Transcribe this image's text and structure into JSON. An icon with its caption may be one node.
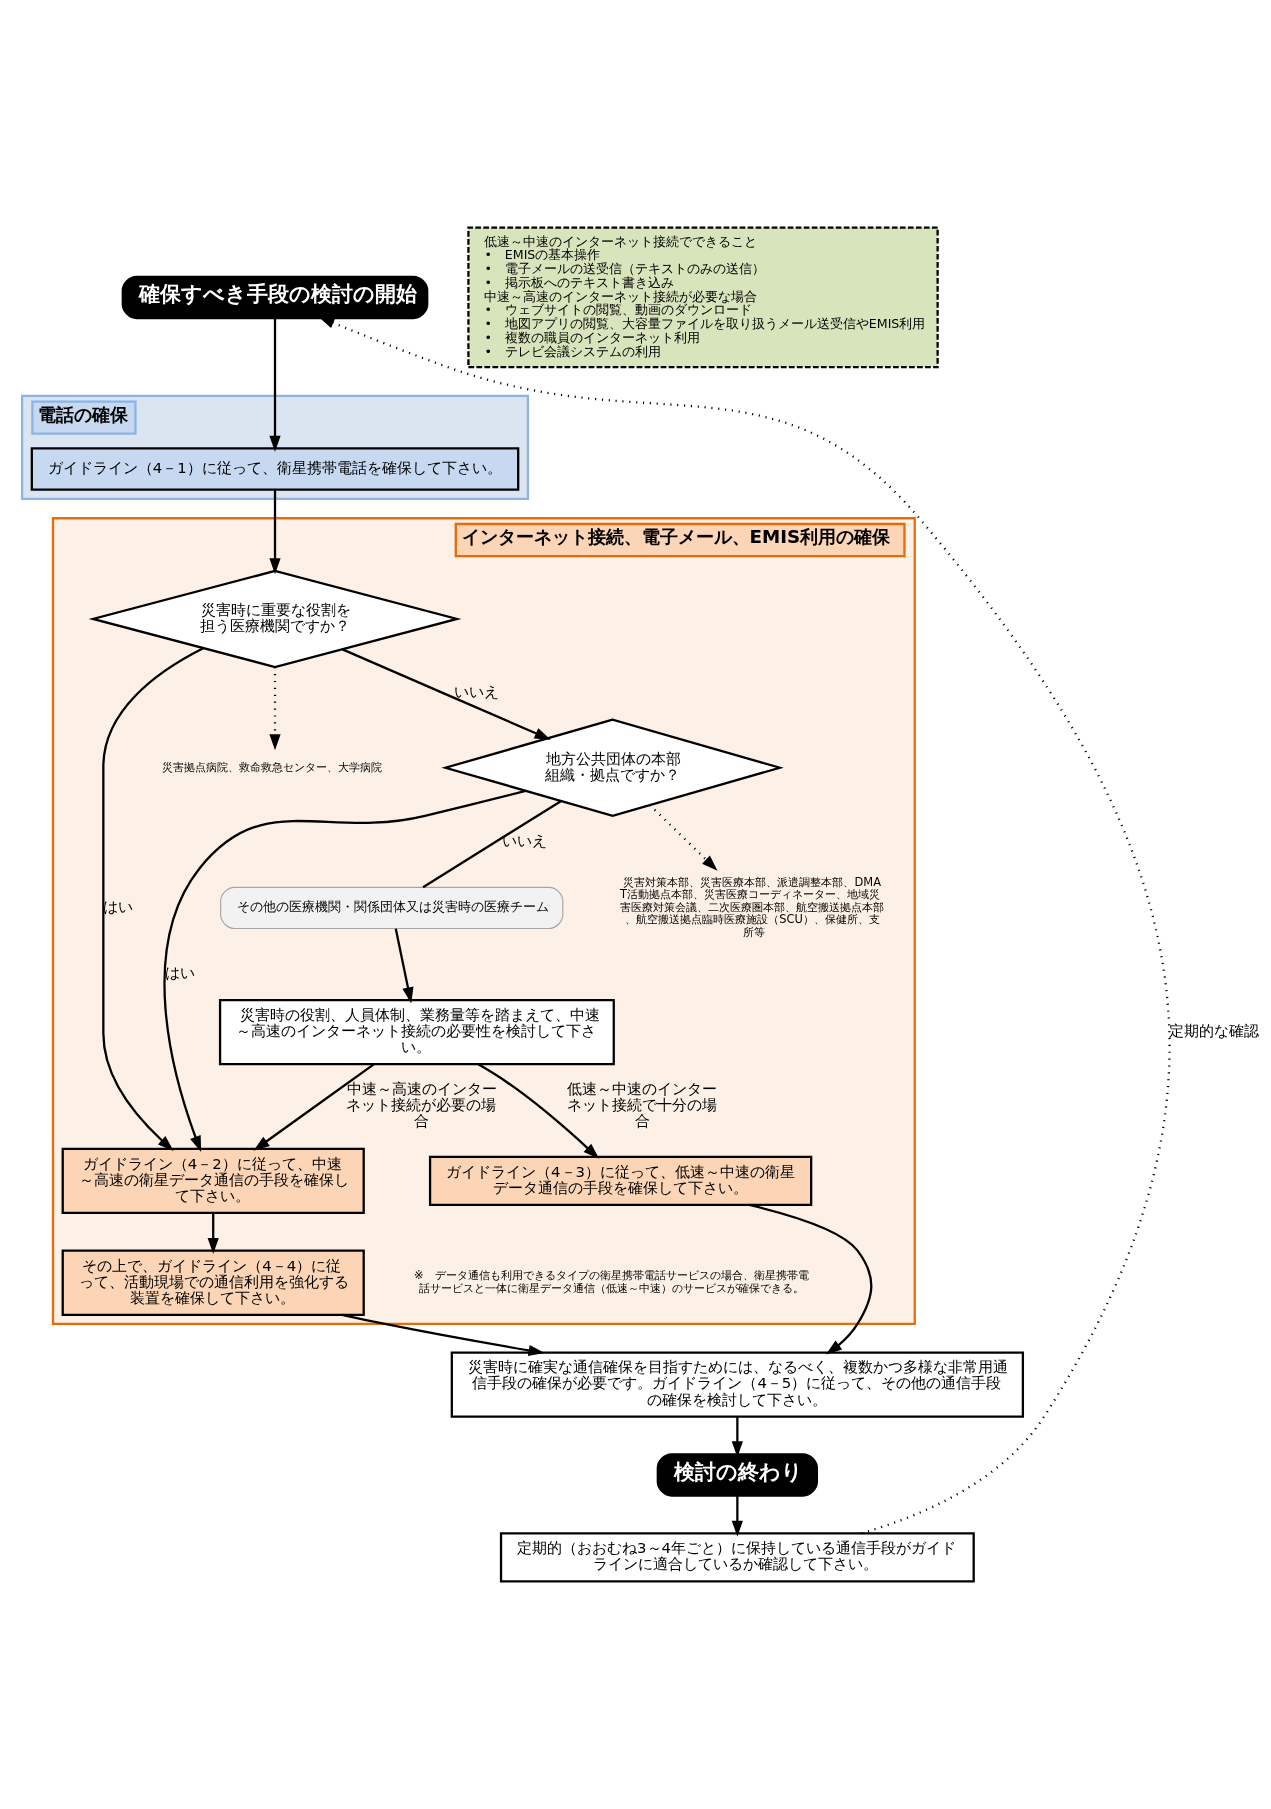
{
  "diagram": {
    "nodes": [
      {
        "text": [
          "確保すべき手段の検討の開始"
        ]
      },
      {
        "text": [
          "電話の確保"
        ]
      },
      {
        "text": [
          "ガイドライン（4－1）に従って、衛星携帯電話を確保して下さい。"
        ],
        "in": 1
      },
      {
        "text": [
          "インターネット接続、電子メール、EMIS利用の確保"
        ]
      },
      {
        "text": [
          "災害時に重要な役割を担う医療機関ですか？"
        ],
        "in": 3
      },
      {
        "text": [
          "災害拠点病院、救命救急センター、大学病院"
        ],
        "in": 3
      },
      {
        "text": [
          "地方公共団体の本部組織・拠点ですか？"
        ],
        "in": 3
      },
      {
        "text": [
          "災害対策本部、災害医療本部、派遣調整本部、DMAT活動拠点本部、災害医療コーディネーター、地域災害医療対策会議、二次医療圏本部、航空搬送拠点本部、航空搬送拠点臨時医療施設（SCU）、保健所、支所等"
        ],
        "in": 3
      },
      {
        "text": [
          "その他の医療機関・関係団体又は災害時の医療チーム"
        ],
        "in": 3
      },
      {
        "text": [
          "災害時の役割、人員体制、業務量等を踏まえて、中速～高速のインターネット接続の必要性を検討して下さい。"
        ],
        "in": 3
      },
      {
        "text": [
          "ガイドライン（4－2）に従って、中速～高速の衛星データ通信の手段を確保して下さい。"
        ],
        "in": 3
      },
      {
        "text": [
          "その上で、ガイドライン（4－4）に従って、活動現場での通信利用を強化する装置を確保して下さい。"
        ],
        "in": 3
      },
      {
        "text": [
          "ガイドライン（4－3）に従って、低速～中速の衛星データ通信の手段を確保して下さい。"
        ],
        "in": 3
      },
      {
        "text": [
          "災害時に確実な通信確保を目指すためには、なるべく、複数かつ多様な非常用通信手段の確保が必要です。ガイドライン（4－5）に従って、その他の通信手段の確保を検討して下さい。"
        ]
      },
      {
        "text": [
          "検討の終わり"
        ]
      },
      {
        "text": [
          "定期的（おおむね3～4年ごと）に保持している通信手段がガイドラインに適合しているか確認して下さい。"
        ]
      },
      {
        "text": [
          "低速～中速のインターネット接続でできること",
          "•　EMISの基本操作",
          "•　電子メールの送受信（テキストのみの送信）",
          "•　掲示板へのテキスト書き込み",
          "中速～高速のインターネット接続が必要な場合",
          "•　ウェブサイトの閲覧、動画のダウンロード",
          "•　地図アプリの閲覧、大容量ファイルを取り扱うメール送受信やEMIS利用",
          "•　複数の職員のインターネット利用",
          "•　テレビ会議システムの利用"
        ]
      }
    ],
    "edges": [
      {
        "from": 0,
        "to": 2,
        "arrow": "to"
      },
      {
        "from": 2,
        "to": 4,
        "arrow": "to"
      },
      {
        "from": 4,
        "to": 5,
        "arrow": "to",
        "style": "dashed"
      },
      {
        "from": 4,
        "to": 10,
        "arrow": "to",
        "label": "はい"
      },
      {
        "from": 4,
        "to": 6,
        "arrow": "to",
        "label": "いいえ"
      },
      {
        "from": 6,
        "to": 7,
        "arrow": "to",
        "style": "dashed"
      },
      {
        "from": 6,
        "to": 10,
        "arrow": "to",
        "label": "はい"
      },
      {
        "from": 6,
        "to": 8,
        "arrow": "none",
        "label": "いいえ"
      },
      {
        "from": 8,
        "to": 9,
        "arrow": "to"
      },
      {
        "from": 9,
        "to": 10,
        "arrow": "to",
        "label": "中速～高速のインターネット接続が必要の場合"
      },
      {
        "from": 9,
        "to": 12,
        "arrow": "to",
        "label": "低速～中速のインターネット接続で十分の場合"
      },
      {
        "from": 10,
        "to": 11,
        "arrow": "to"
      },
      {
        "from": 11,
        "to": 13,
        "arrow": "to"
      },
      {
        "from": 12,
        "to": 13,
        "arrow": "to"
      },
      {
        "from": 13,
        "to": 14,
        "arrow": "to"
      },
      {
        "from": 14,
        "to": 15,
        "arrow": "to"
      },
      {
        "from": 15,
        "to": 0,
        "arrow": "to",
        "style": "dashed",
        "label": "定期的な確認"
      }
    ],
    "labels": [
      "※　データ通信も利用できるタイプの衛星携帯電話サービスの場合、衛星携帯電話サービスと一体に衛星データ通信（低速～中速）のサービスが確保できる。"
    ]
  }
}
